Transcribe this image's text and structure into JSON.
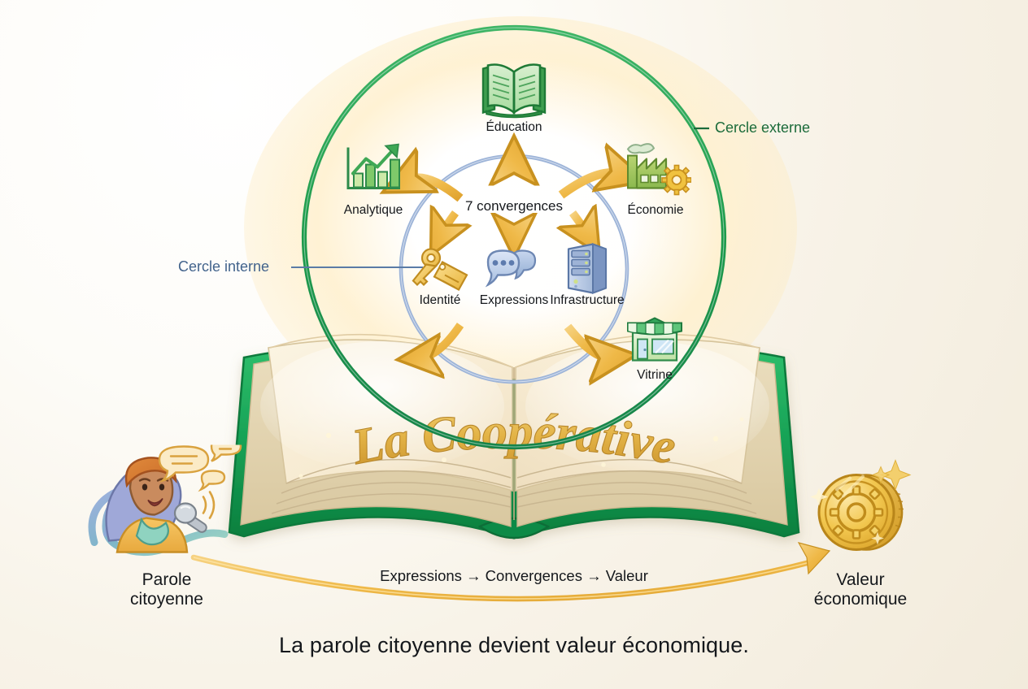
{
  "meta": {
    "language": "fr",
    "kind": "infographic-diagram"
  },
  "colors": {
    "outer_circle_green": "#1F9A4D",
    "inner_circle_blue": "#9DB4D8",
    "arrow_gold": "#EFB948",
    "book_cover_green": "#18A052",
    "book_page_cream": "#F7EDD3",
    "title_gold": "#E0B64B",
    "text_dark": "#15181c",
    "label_green": "#1b6b3a",
    "label_blue": "#42638c",
    "background_top": "#ffffff",
    "background_bottom": "#F2EBDC"
  },
  "book": {
    "title": "La Coopérative"
  },
  "center": {
    "label": "7 convergences"
  },
  "callouts": {
    "outer": {
      "label": "Cercle externe"
    },
    "inner": {
      "label": "Cercle interne"
    }
  },
  "outer_circle": {
    "nodes": [
      {
        "id": "education",
        "label": "Éducation",
        "icon": "open-book-icon"
      },
      {
        "id": "economie",
        "label": "Économie",
        "icon": "factory-gear-icon"
      },
      {
        "id": "vitrine",
        "label": "Vitrine",
        "icon": "storefront-icon"
      },
      {
        "id": "analytique",
        "label": "Analytique",
        "icon": "bar-chart-growth-icon"
      }
    ]
  },
  "inner_circle": {
    "nodes": [
      {
        "id": "identite",
        "label": "Identité",
        "icon": "key-tag-icon"
      },
      {
        "id": "expressions",
        "label": "Expressions",
        "icon": "speech-bubbles-icon"
      },
      {
        "id": "infrastructure",
        "label": "Infrastructure",
        "icon": "server-tower-icon"
      }
    ]
  },
  "flow": {
    "label": "Expressions → Convergences → Valeur",
    "start": {
      "title_line1": "Parole",
      "title_line2": "citoyenne",
      "icon": "citizen-speaking-microphone-icon"
    },
    "end": {
      "title_line1": "Valeur",
      "title_line2": "économique",
      "icon": "gold-coin-gear-icon"
    }
  },
  "caption": {
    "text": "La parole citoyenne devient valeur économique."
  }
}
